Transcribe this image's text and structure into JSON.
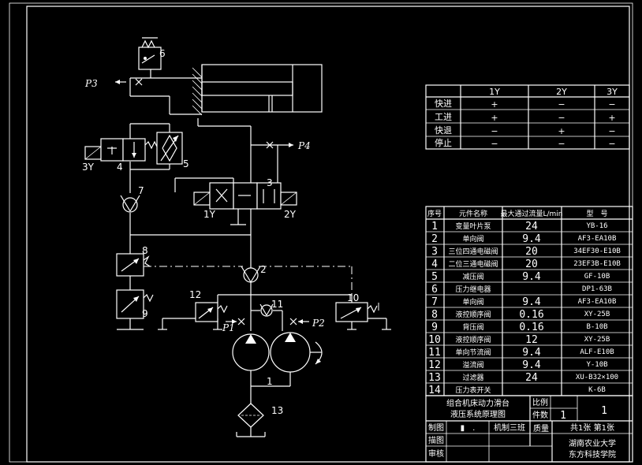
{
  "diagram": {
    "labels": {
      "n1": "1",
      "n2": "2",
      "n3": "3",
      "n4": "4",
      "n5": "5",
      "n6": "6",
      "n7": "7",
      "n8": "8",
      "n9": "9",
      "n10": "10",
      "n11": "11",
      "n12": "12",
      "n13": "13",
      "p1": "P1",
      "p2": "P2",
      "p3": "P3",
      "p4": "P4",
      "s1y": "1Y",
      "s2y": "2Y",
      "s3y": "3Y"
    }
  },
  "solenoid_table": {
    "headers": [
      "",
      "1Y",
      "2Y",
      "3Y"
    ],
    "rows": [
      [
        "快进",
        "+",
        "−",
        "−"
      ],
      [
        "工进",
        "+",
        "−",
        "+"
      ],
      [
        "快退",
        "−",
        "+",
        "−"
      ],
      [
        "停止",
        "−",
        "−",
        "−"
      ]
    ]
  },
  "component_table": {
    "headers": [
      "序号",
      "元件名称",
      "最大通过流量L/min",
      "型　号"
    ],
    "rows": [
      [
        "1",
        "变量叶片泵",
        "24",
        "YB-16"
      ],
      [
        "2",
        "单向阀",
        "9.4",
        "AF3-EA10B"
      ],
      [
        "3",
        "三位四通电磁阀",
        "20",
        "34EF30-E10B"
      ],
      [
        "4",
        "二位三通电磁阀",
        "20",
        "23EF3B-E10B"
      ],
      [
        "5",
        "减压阀",
        "9.4",
        "GF-10B"
      ],
      [
        "6",
        "压力继电器",
        "",
        "DP1-63B"
      ],
      [
        "7",
        "单向阀",
        "9.4",
        "AF3-EA10B"
      ],
      [
        "8",
        "液控顺序阀",
        "0.16",
        "XY-25B"
      ],
      [
        "9",
        "背压阀",
        "0.16",
        "B-10B"
      ],
      [
        "10",
        "液控顺序阀",
        "12",
        "XY-25B"
      ],
      [
        "11",
        "单向节流阀",
        "9.4",
        "ALF-E10B"
      ],
      [
        "12",
        "溢流阀",
        "9.4",
        "Y-10B"
      ],
      [
        "13",
        "过滤器",
        "24",
        "XU-B32×100"
      ],
      [
        "14",
        "压力表开关",
        "",
        "K-6B"
      ]
    ]
  },
  "title_block": {
    "title_line1": "组合机床动力滑台",
    "title_line2": "液压系统原理图",
    "scale_label": "比例",
    "count_label": "件数",
    "count_value": "1",
    "drawing_number": "1",
    "drawn_label": "制图",
    "drawn_mark": "▮　.",
    "class_name": "机制三班",
    "mass_label": "质量",
    "sheets": "共1张 第1张",
    "drafting_label": "描图",
    "review_label": "审核",
    "school_line1": "湖南农业大学",
    "school_line2": "东方科技学院"
  }
}
